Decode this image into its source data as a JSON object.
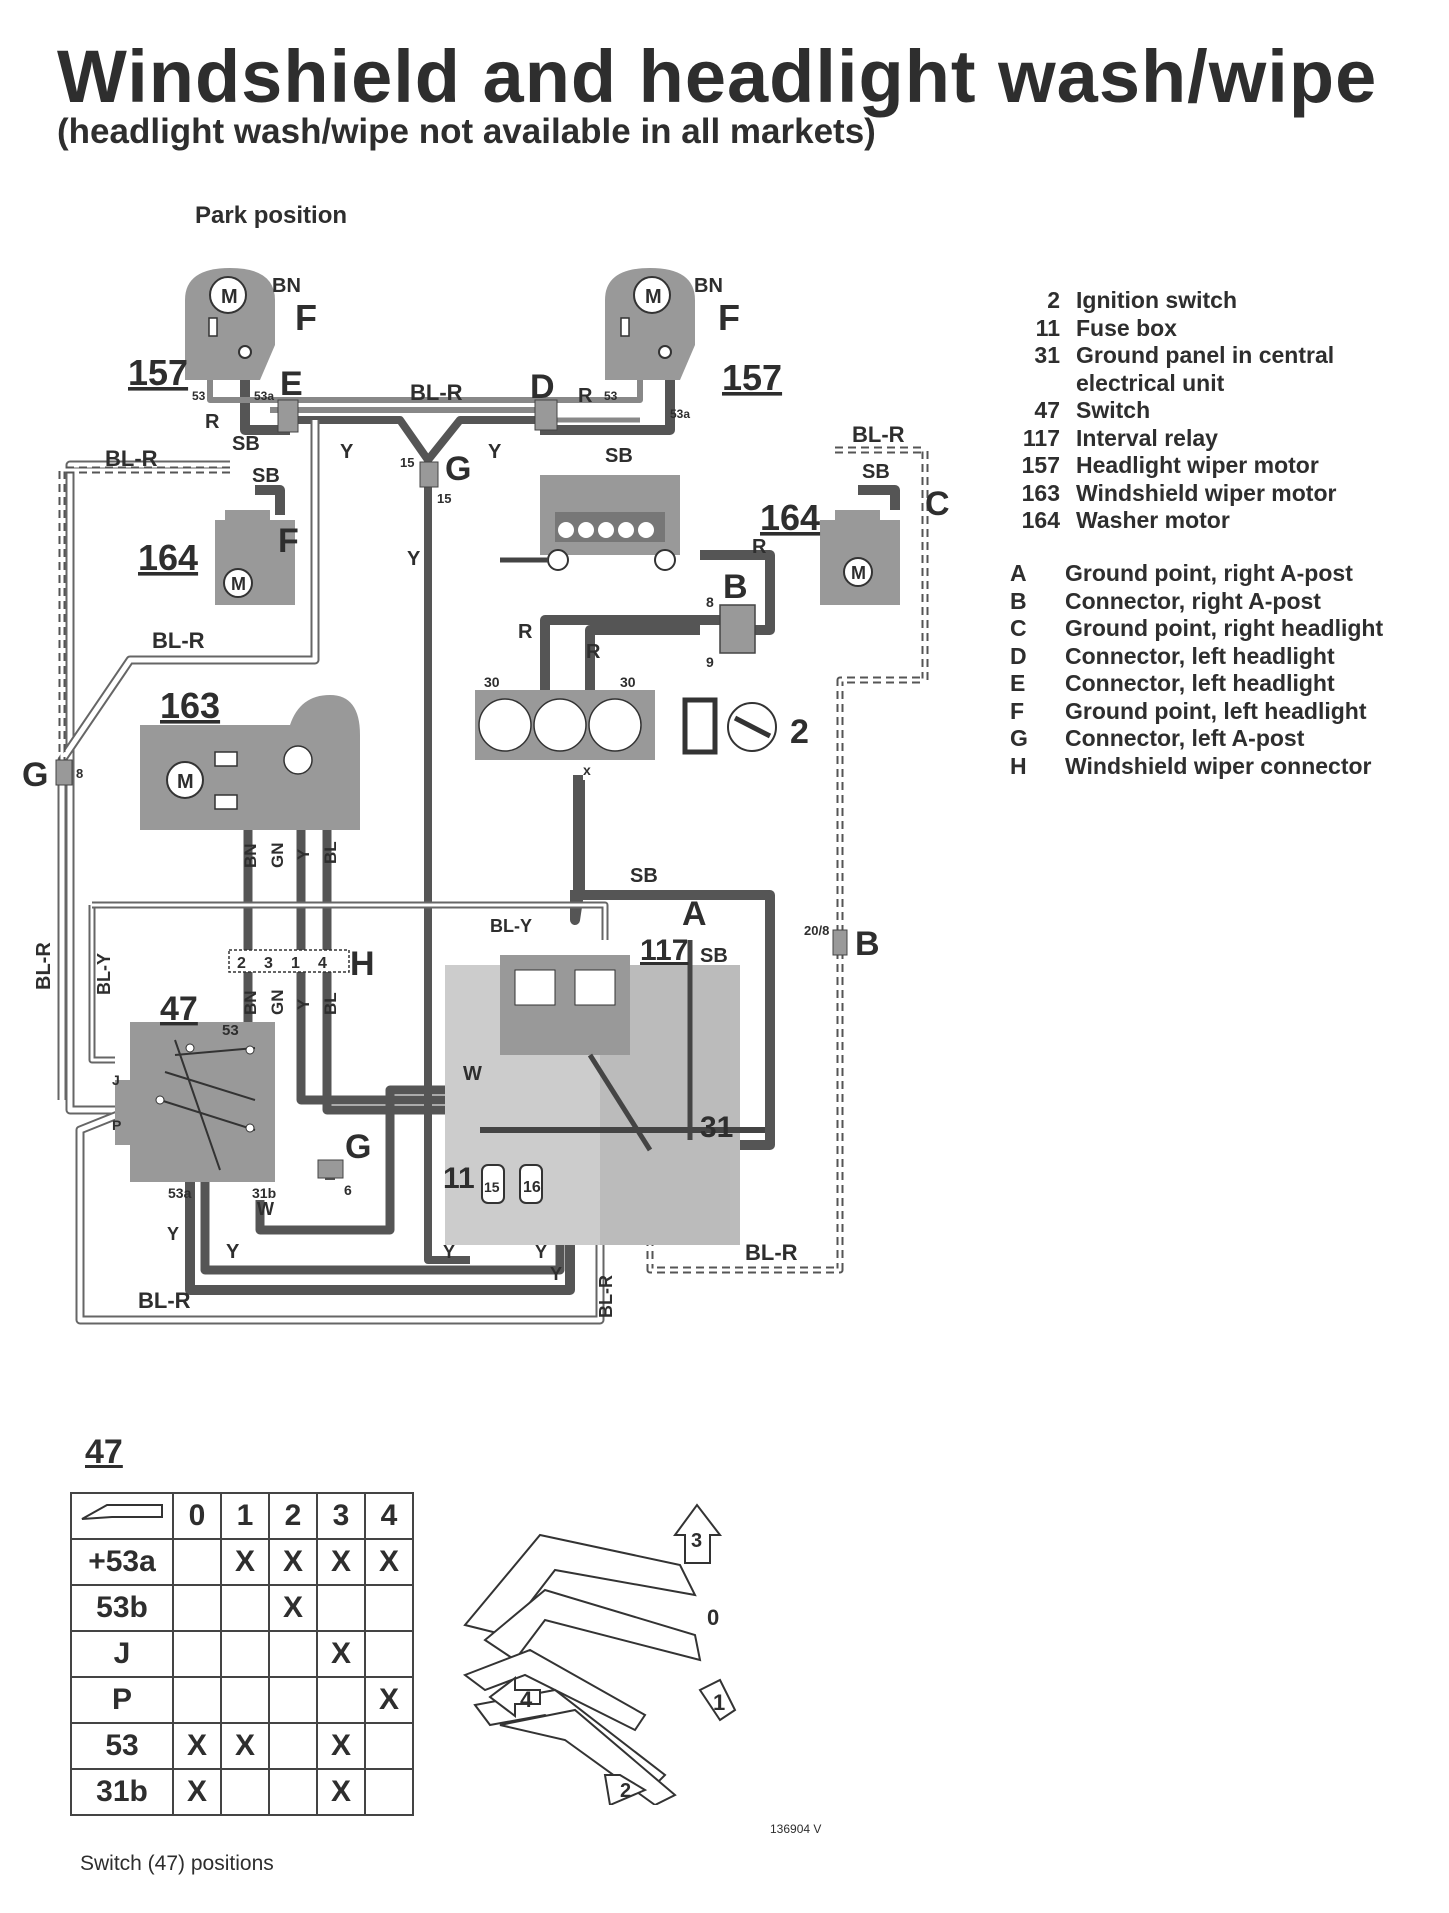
{
  "title": "Windshield and headlight wash/wipe",
  "subtitle": "(headlight wash/wipe not available in all markets)",
  "park_position": "Park position",
  "components": [
    {
      "num": "2",
      "label": "Ignition switch"
    },
    {
      "num": "11",
      "label": "Fuse box"
    },
    {
      "num": "31",
      "label": "Ground panel in central electrical unit"
    },
    {
      "num": "47",
      "label": "Switch"
    },
    {
      "num": "117",
      "label": "Interval relay"
    },
    {
      "num": "157",
      "label": "Headlight wiper motor"
    },
    {
      "num": "163",
      "label": "Windshield wiper motor"
    },
    {
      "num": "164",
      "label": "Washer motor"
    }
  ],
  "connectors": [
    {
      "code": "A",
      "label": "Ground point, right A-post"
    },
    {
      "code": "B",
      "label": "Connector, right A-post"
    },
    {
      "code": "C",
      "label": "Ground point, right headlight"
    },
    {
      "code": "D",
      "label": "Connector, left headlight"
    },
    {
      "code": "E",
      "label": "Connector, left headlight"
    },
    {
      "code": "F",
      "label": "Ground point, left headlight"
    },
    {
      "code": "G",
      "label": "Connector, left A-post"
    },
    {
      "code": "H",
      "label": "Windshield wiper connector"
    }
  ],
  "wire_labels": {
    "bn": "BN",
    "blr": "BL-R",
    "r": "R",
    "sb": "SB",
    "y": "Y",
    "gn": "GN",
    "bl": "BL",
    "bly": "BL-Y",
    "w": "W"
  },
  "component_numbers": {
    "n157": "157",
    "n164": "164",
    "n163": "163",
    "n47": "47",
    "n117": "117",
    "n11": "11",
    "n31": "31",
    "n2": "2",
    "n16": "16",
    "n15": "15"
  },
  "letters": {
    "a": "A",
    "b": "B",
    "c": "C",
    "d": "D",
    "e": "E",
    "f": "F",
    "g": "G",
    "h": "H",
    "m": "M"
  },
  "pins": {
    "p53": "53",
    "p53a": "53a",
    "p15": "15",
    "p8": "8",
    "p9": "9",
    "p30": "30",
    "p6": "6",
    "p31b": "31b",
    "pJ": "J",
    "pP": "P",
    "p208": "20/8",
    "x": "x",
    "h_pins": [
      "2",
      "3",
      "1",
      "4"
    ]
  },
  "switch_table": {
    "title": "47",
    "positions": [
      "0",
      "1",
      "2",
      "3",
      "4"
    ],
    "rows": [
      "+53a",
      "53b",
      "J",
      "P",
      "53",
      "31b"
    ],
    "mark": "X"
  },
  "stalk_positions": [
    "3",
    "0",
    "4",
    "1",
    "2"
  ],
  "caption": "Switch (47) positions",
  "figure_code": "136904 V"
}
